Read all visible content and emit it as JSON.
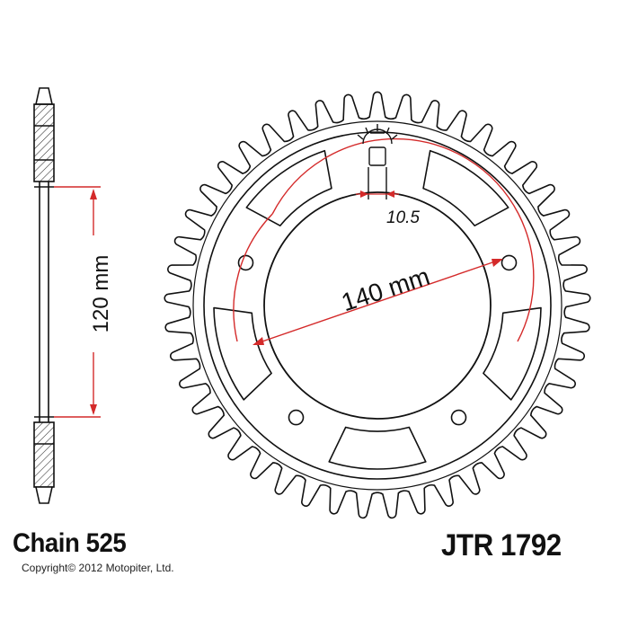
{
  "diagram": {
    "dimension_120": "120 mm",
    "dimension_140": "140 mm",
    "dimension_10_5": "10.5",
    "chain_label": "Chain 525",
    "part_number": "JTR 1792",
    "copyright": "Copyright© 2012 Motopiter, Ltd."
  },
  "colors": {
    "ink": "#111111",
    "dimension": "#d42a2a",
    "hatch": "#333333"
  },
  "sprocket": {
    "teeth": 45,
    "bolt_holes": 5
  }
}
